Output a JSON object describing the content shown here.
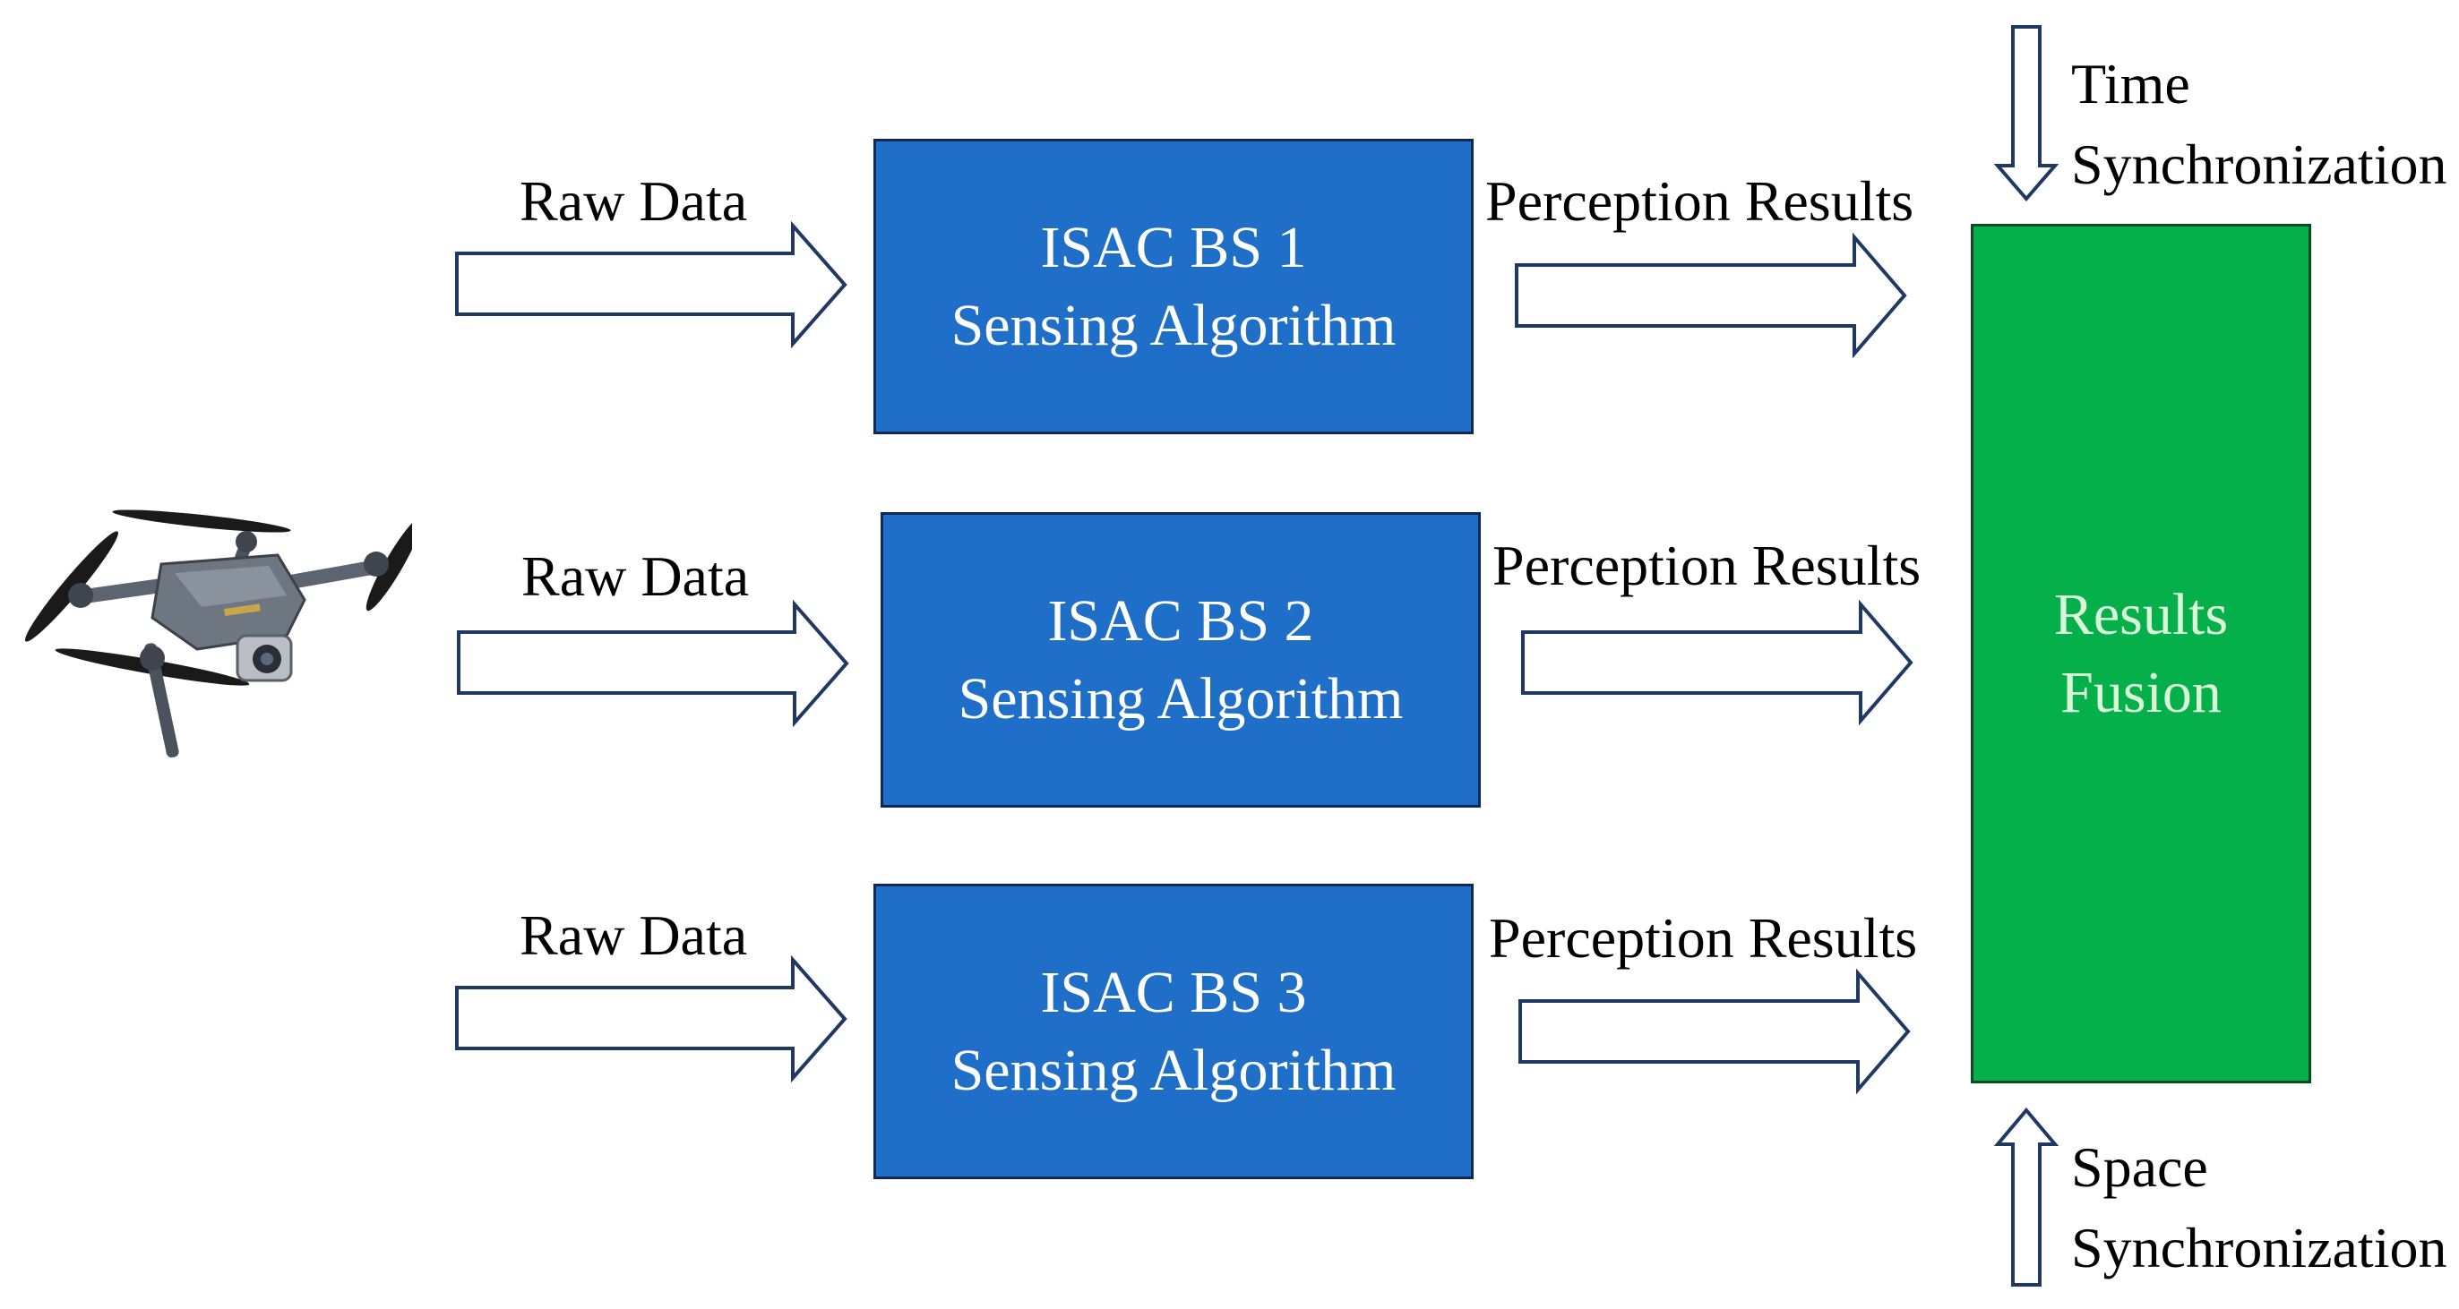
{
  "raw_data_label": "Raw Data",
  "perception_label": "Perception Results",
  "stations": [
    {
      "line1": "ISAC BS 1",
      "line2": "Sensing Algorithm"
    },
    {
      "line1": "ISAC BS 2",
      "line2": "Sensing Algorithm"
    },
    {
      "line1": "ISAC BS 3",
      "line2": "Sensing Algorithm"
    }
  ],
  "fusion": {
    "line1": "Results",
    "line2": "Fusion"
  },
  "time_sync": {
    "line1": "Time",
    "line2": "Synchronization"
  },
  "space_sync": {
    "line1": "Space",
    "line2": "Synchronization"
  },
  "colors": {
    "station_fill": "#1f6fc9",
    "fusion_fill": "#05b04a",
    "arrow_outline": "#1f3864"
  },
  "icons": {
    "drone": "quadcopter-drone-icon"
  }
}
